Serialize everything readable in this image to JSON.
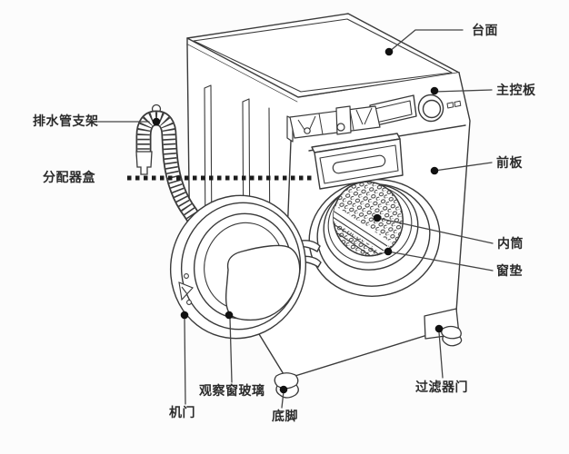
{
  "diagram": {
    "type": "washing-machine-parts-diagram",
    "colors": {
      "background": "#fcfcfc",
      "line": "#3a3a3a",
      "label_text": "#2b2b2b",
      "leader_dot": "#111111"
    },
    "labels": {
      "countertop": "台面",
      "main_control_board": "主控板",
      "drain_hose_bracket": "排水管支架",
      "dispenser_box": "分配器盒",
      "front_panel": "前板",
      "inner_drum": "内筒",
      "window_gasket": "窗垫",
      "window_glass": "观察窗玻璃",
      "door": "机门",
      "bottom_feet": "底脚",
      "filter_door": "过滤器门"
    }
  }
}
